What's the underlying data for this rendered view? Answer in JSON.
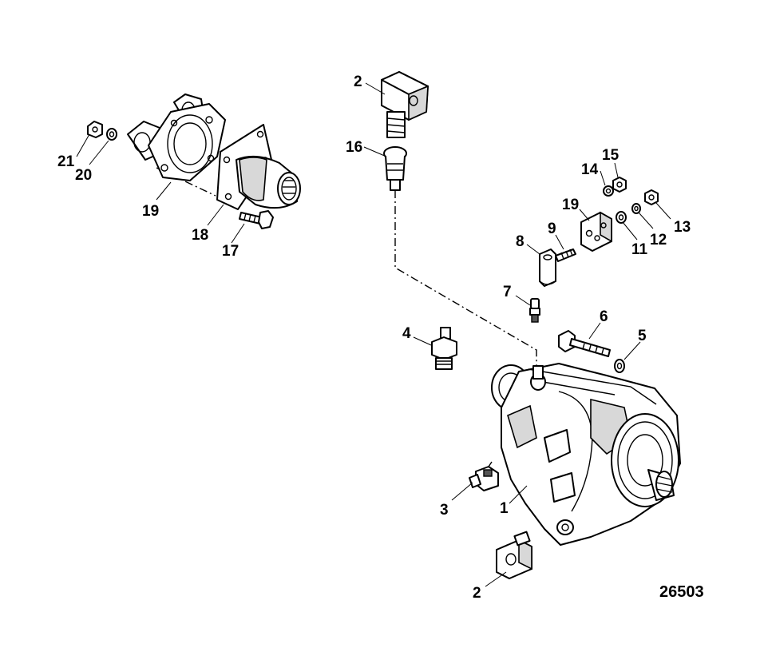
{
  "figure_number": "26503",
  "callouts": {
    "c2_top": "2",
    "c16": "16",
    "c15": "15",
    "c14": "14",
    "c19_right": "19",
    "c13": "13",
    "c12": "12",
    "c11": "11",
    "c8": "8",
    "c9": "9",
    "c7": "7",
    "c6": "6",
    "c5": "5",
    "c4": "4",
    "c3": "3",
    "c1": "1",
    "c2_bottom": "2",
    "c21": "21",
    "c20": "20",
    "c19_left": "19",
    "c18": "18",
    "c17": "17"
  }
}
